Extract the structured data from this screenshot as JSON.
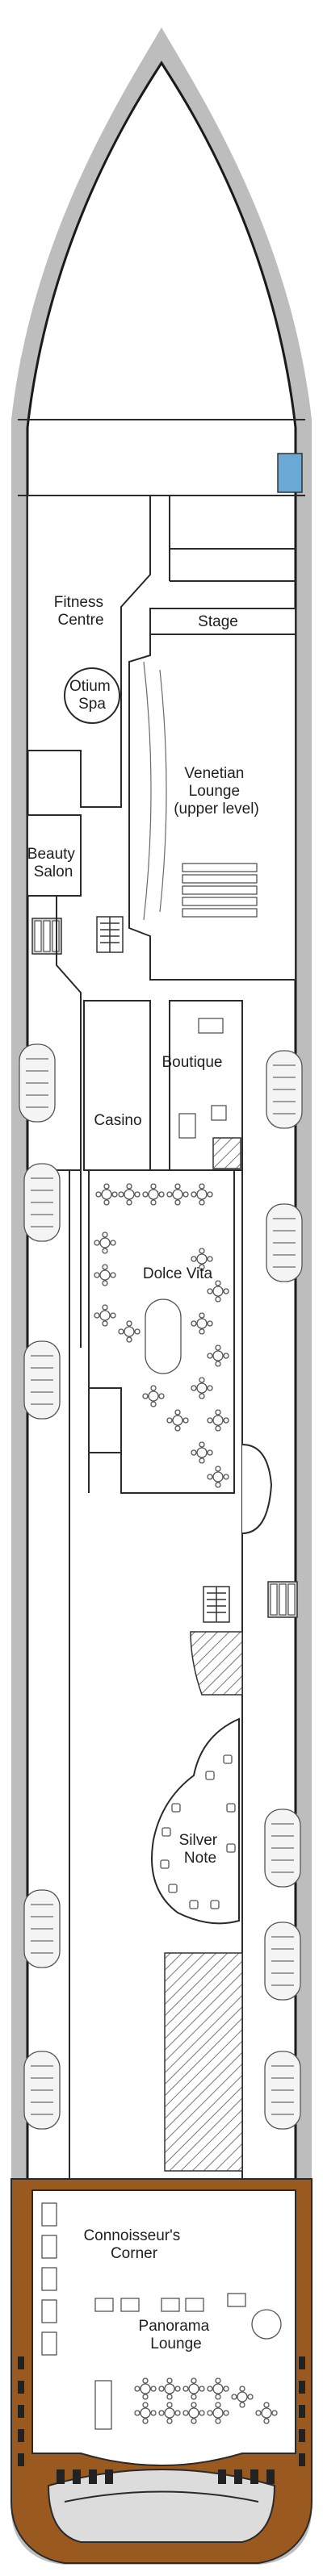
{
  "deck_plan": {
    "rooms": [
      {
        "key": "fitness",
        "lines": [
          "Fitness",
          "Centre"
        ]
      },
      {
        "key": "spa",
        "lines": [
          "Otium",
          "Spa"
        ]
      },
      {
        "key": "stage",
        "lines": [
          "Stage"
        ]
      },
      {
        "key": "venetian",
        "lines": [
          "Venetian",
          "Lounge",
          "(upper level)"
        ]
      },
      {
        "key": "beauty",
        "lines": [
          "Beauty",
          "Salon"
        ]
      },
      {
        "key": "boutique",
        "lines": [
          "Boutique"
        ]
      },
      {
        "key": "casino",
        "lines": [
          "Casino"
        ]
      },
      {
        "key": "dolce",
        "lines": [
          "Dolce Vita"
        ]
      },
      {
        "key": "silver",
        "lines": [
          "Silver",
          "Note"
        ]
      },
      {
        "key": "connoisseur",
        "lines": [
          "Connoisseur's",
          "Corner"
        ]
      },
      {
        "key": "panorama",
        "lines": [
          "Panorama",
          "Lounge"
        ]
      }
    ],
    "colors": {
      "hull_outline": "#1a1a1a",
      "hull_shadow": "#bdbdbd",
      "deck_wood": "#9a5a1f",
      "feature_blue": "#6aa9d6",
      "hatch": "#777777"
    },
    "icons": [
      "elevator-icon",
      "stairs-icon",
      "window-icon",
      "table-icon"
    ]
  }
}
